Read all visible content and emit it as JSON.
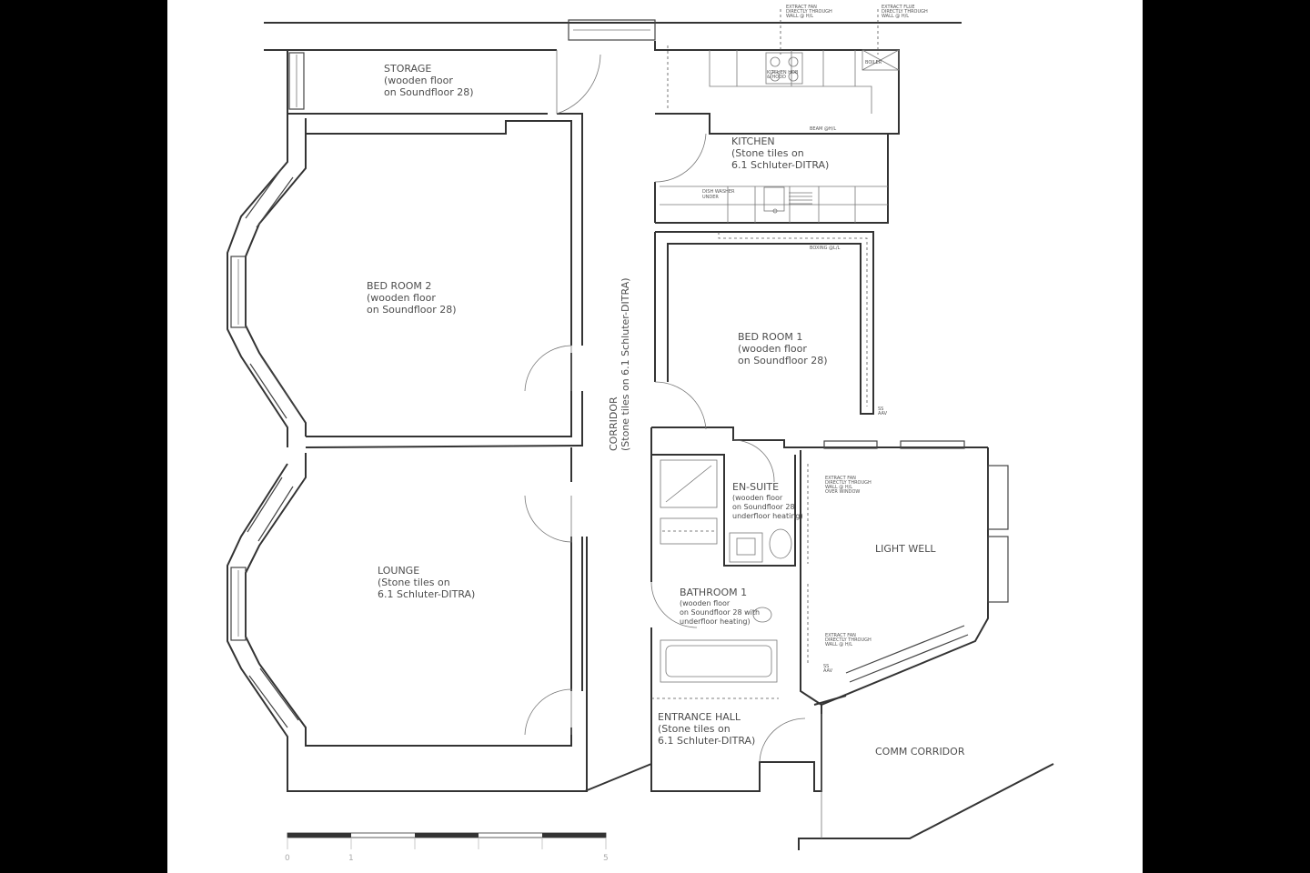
{
  "rooms": {
    "storage": [
      "STORAGE",
      "(wooden floor",
      "on Soundfloor 28)"
    ],
    "kitchen": [
      "KITCHEN",
      "(Stone tiles on",
      "6.1 Schluter-DITRA)"
    ],
    "bedroom2": [
      "BED ROOM 2",
      "(wooden floor",
      "on Soundfloor 28)"
    ],
    "bedroom1": [
      "BED ROOM 1",
      "(wooden floor",
      "on Soundfloor 28)"
    ],
    "corridor": [
      "CORRIDOR",
      "(Stone tiles on 6.1 Schluter-DITRA)"
    ],
    "ensuite": [
      "EN-SUITE",
      "(wooden floor",
      "on Soundfloor 28",
      "underfloor heating)"
    ],
    "lightwell": [
      "LIGHT WELL"
    ],
    "lounge": [
      "LOUNGE",
      "(Stone tiles on",
      "6.1 Schluter-DITRA)"
    ],
    "bathroom1": [
      "BATHROOM 1",
      "(wooden floor",
      "on Soundfloor 28 with",
      "underfloor heating)"
    ],
    "entrance": [
      "ENTRANCE HALL",
      "(Stone tiles on",
      "6.1 Schluter-DITRA)"
    ],
    "comm_corridor": [
      "COMM CORRIDOR"
    ]
  },
  "notes": {
    "extract_fan_top": [
      "EXTRACT FAN",
      "DIRECTLY THROUGH",
      "WALL @ H/L"
    ],
    "extract_flue": [
      "EXTRACT FLUE",
      "DIRECTLY THROUGH",
      "WALL @ H/L"
    ],
    "kitchen_hob": [
      "KITCHEN HOB",
      "& HOOD"
    ],
    "boiler": "BOILER",
    "beam": "BEAM @H/L",
    "dishwasher": [
      "DISH WASHER",
      "UNDER"
    ],
    "boxing": "BOXING @L/L",
    "extract_fan_window": [
      "EXTRACT FAN",
      "DIRECTLY THROUGH",
      "WALL @ H/L",
      "OVER WINDOW"
    ],
    "extract_fan_bath": [
      "EXTRACT FAN",
      "DIRECTLY THROUGH",
      "WALL @ H/L"
    ],
    "aav_1": [
      "SS",
      "AAV"
    ],
    "aav_2": [
      "SS",
      "AAV"
    ]
  },
  "scale_bar": {
    "labels": [
      "0",
      "1",
      "5"
    ]
  },
  "colors": {
    "background": "#000000",
    "sheet": "#ffffff",
    "line": "#333333",
    "text": "#4d4d4d"
  }
}
